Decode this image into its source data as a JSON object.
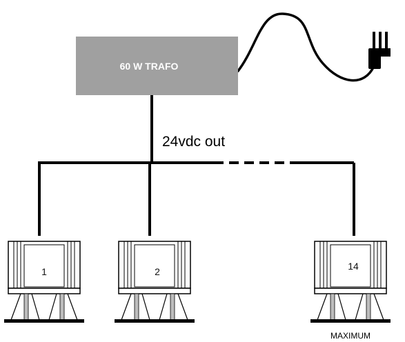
{
  "transformer": {
    "label": "60 W TRAFO",
    "fill_color": "#a0a0a0"
  },
  "output_label": "24vdc out",
  "units": [
    {
      "number": "1"
    },
    {
      "number": "2"
    },
    {
      "number": "14",
      "note": "MAXIMUM"
    }
  ],
  "colors": {
    "wire": "#000000",
    "unit_stroke": "#000000",
    "unit_fill": "#ffffff",
    "support": "#bdbdbd"
  }
}
